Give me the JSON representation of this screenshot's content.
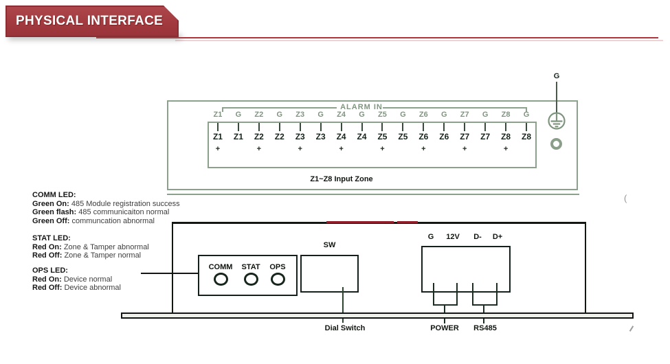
{
  "header": {
    "title": "PHYSICAL INTERFACE"
  },
  "alarm_panel": {
    "bracket_label": "ALARM IN",
    "top_labels": [
      "Z1",
      "G",
      "Z2",
      "G",
      "Z3",
      "G",
      "Z4",
      "G",
      "Z5",
      "G",
      "Z6",
      "G",
      "Z7",
      "G",
      "Z8",
      "G"
    ],
    "terminal_labels": [
      "Z1",
      "Z1",
      "Z2",
      "Z2",
      "Z3",
      "Z3",
      "Z4",
      "Z4",
      "Z5",
      "Z5",
      "Z6",
      "Z6",
      "Z7",
      "Z7",
      "Z8",
      "Z8"
    ],
    "plus_sign": "+",
    "caption": "Z1~Z8 Input Zone",
    "ground_label": "G"
  },
  "led_notes": {
    "comm": {
      "title": "COMM LED:",
      "l1b": "Green On:",
      "l1t": " 485 Module registration success",
      "l2b": "Green flash:",
      "l2t": " 485 communicaiton normal",
      "l3b": "Green Off:",
      "l3t": " communcation abnormal"
    },
    "stat": {
      "title": "STAT LED:",
      "l1b": "Red On:",
      "l1t": " Zone & Tamper abnormal",
      "l2b": "Red Off:",
      "l2t": " Zone & Tamper normal"
    },
    "ops": {
      "title": "OPS LED:",
      "l1b": "Red On:",
      "l1t": " Device normal",
      "l2b": "Red Off:",
      "l2t": " Device abnormal"
    }
  },
  "front_panel": {
    "led_labels": [
      "COMM",
      "STAT",
      "OPS"
    ],
    "sw_label": "SW",
    "dial_caption": "Dial Switch",
    "power_labels": [
      "G",
      "12V",
      "D-",
      "D+"
    ],
    "power_caption": "POWER",
    "rs485_caption": "RS485"
  },
  "stray_marks": {
    "paren": "("
  },
  "colors": {
    "banner_red": "#a23a3f",
    "banner_border": "#8a2e33",
    "rule_red": "#b0343a",
    "diagram_green": "#8ba18b",
    "label_green": "#7f957f",
    "panel_dark": "#14201a",
    "overlap_red": "#8e1f2b"
  }
}
